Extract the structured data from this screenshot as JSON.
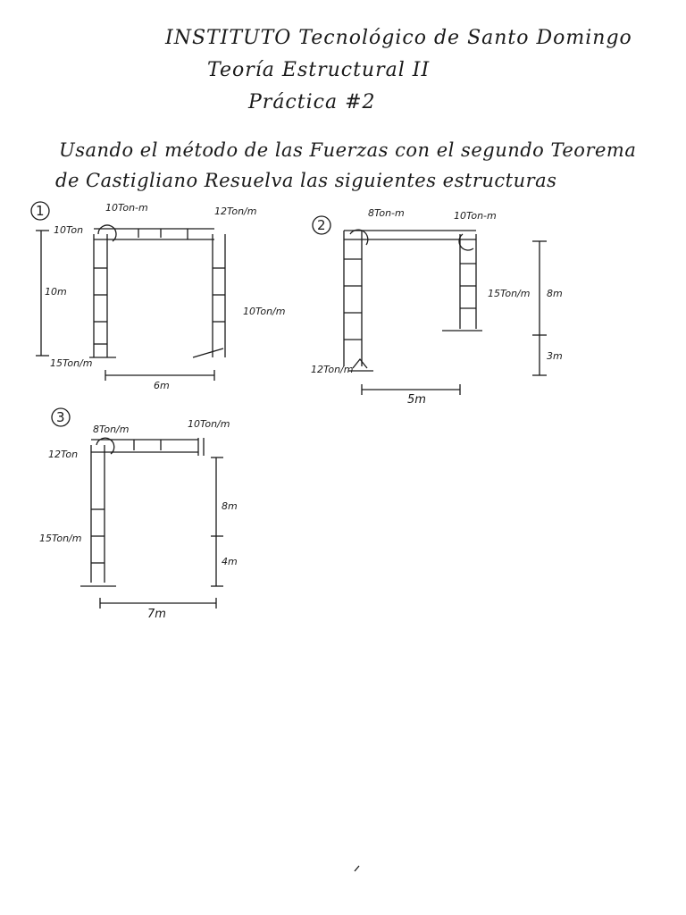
{
  "header": {
    "institute": "INSTITUTO Tecnológico de Santo Domingo",
    "course": "Teoría Estructural II",
    "practice": "Práctica #2"
  },
  "instructions": {
    "line1": "Usando el método de las Fuerzas con el segundo Teorema",
    "line2": "de Castigliano Resuelva las siguientes estructuras"
  },
  "problems": [
    {
      "number": "1",
      "labels": {
        "moment": "10Ton-m",
        "distributed_top": "12Ton/m",
        "point_load": "10Ton",
        "height": "10m",
        "distributed_right": "10Ton/m",
        "distributed_left": "15Ton/m",
        "span": "6m"
      }
    },
    {
      "number": "2",
      "labels": {
        "moment_left": "8Ton-m",
        "moment_right": "10Ton-m",
        "distributed_right": "15Ton/m",
        "height_upper": "8m",
        "height_lower": "3m",
        "distributed_left": "12Ton/m",
        "span": "5m"
      }
    },
    {
      "number": "3",
      "labels": {
        "distributed_top_left": "8Ton/m",
        "distributed_top_right": "10Ton/m",
        "point_load": "12Ton",
        "height_upper": "8m",
        "height_lower": "4m",
        "distributed_left": "15Ton/m",
        "span": "7m"
      }
    }
  ]
}
